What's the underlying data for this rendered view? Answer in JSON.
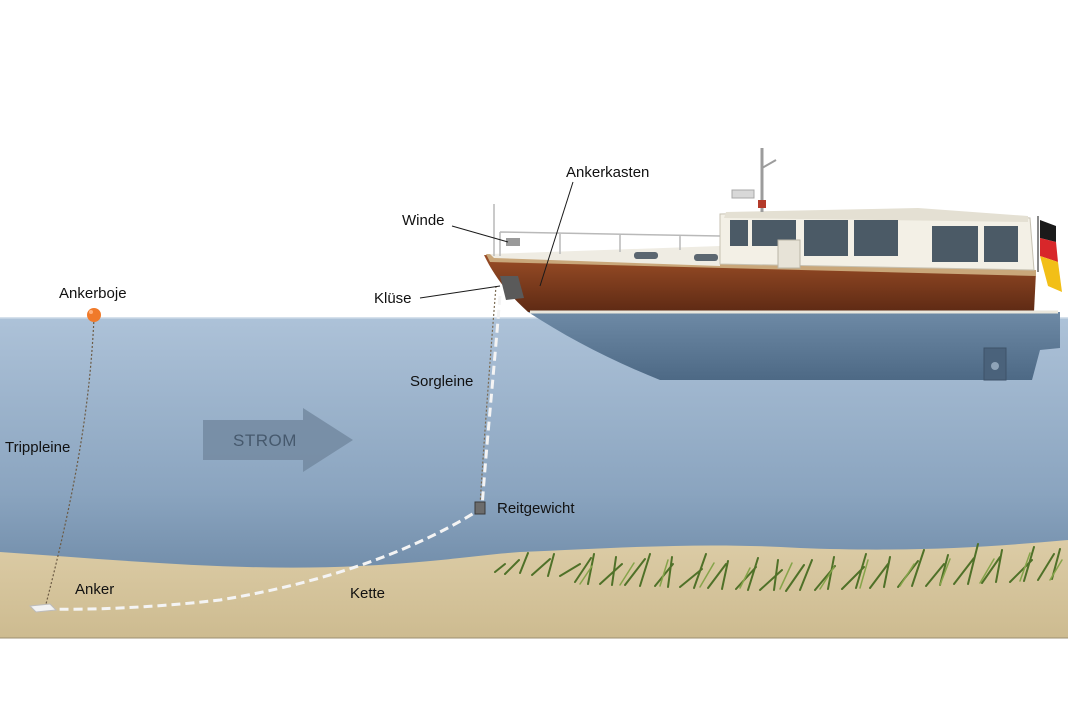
{
  "labels": {
    "ankerkasten": "Ankerkasten",
    "winde": "Winde",
    "kluese": "Klüse",
    "ankerboje": "Ankerboje",
    "sorgleine": "Sorgleine",
    "trippleine": "Trippleine",
    "strom": "STROM",
    "reitgewicht": "Reitgewicht",
    "anker": "Anker",
    "kette": "Kette"
  },
  "colors": {
    "water_top": "#a9bfd6",
    "water_bottom": "#5c7a98",
    "seabed": "#d8c9a2",
    "hull": "#7a3a1e",
    "cabin": "#f2efe4",
    "buoy": "#f07a2a",
    "seagrass": "#5a7a2e"
  }
}
